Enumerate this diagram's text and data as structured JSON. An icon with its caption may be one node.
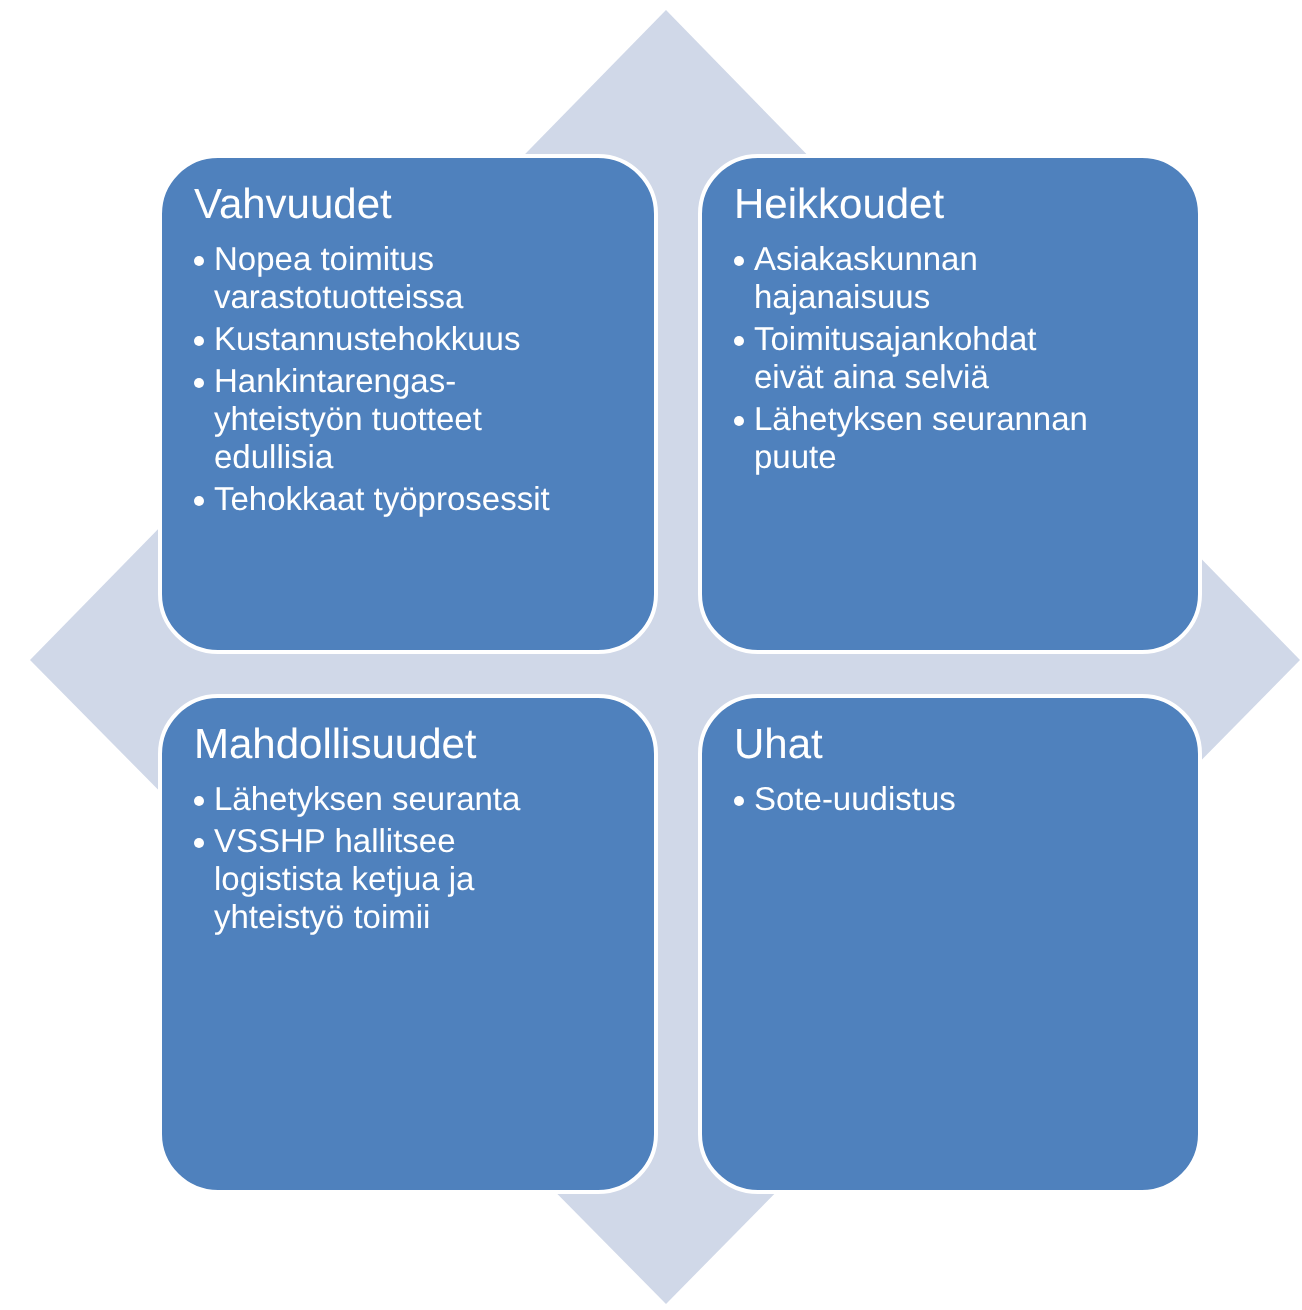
{
  "diagram": {
    "nodes": [
      {
        "text": [
          "Vahvuudet",
          "Nopea toimitus varastotuotteissa",
          "Kustannustehokkuus",
          "Hankintarengas-yhteistyön tuotteet edullisia",
          "Tehokkaat työprosessit"
        ]
      },
      {
        "text": [
          "Heikkoudet",
          "Asiakaskunnan hajanaisuus",
          "Toimitusajankohdat eivät aina selviä",
          "Lähetyksen seurannan puute"
        ]
      },
      {
        "text": [
          "Mahdollisuudet",
          "Lähetyksen seuranta",
          "VSSHP hallitsee logistista ketjua ja yhteistyö toimii"
        ]
      },
      {
        "text": [
          "Uhat",
          "Sote-uudistus"
        ]
      }
    ]
  }
}
